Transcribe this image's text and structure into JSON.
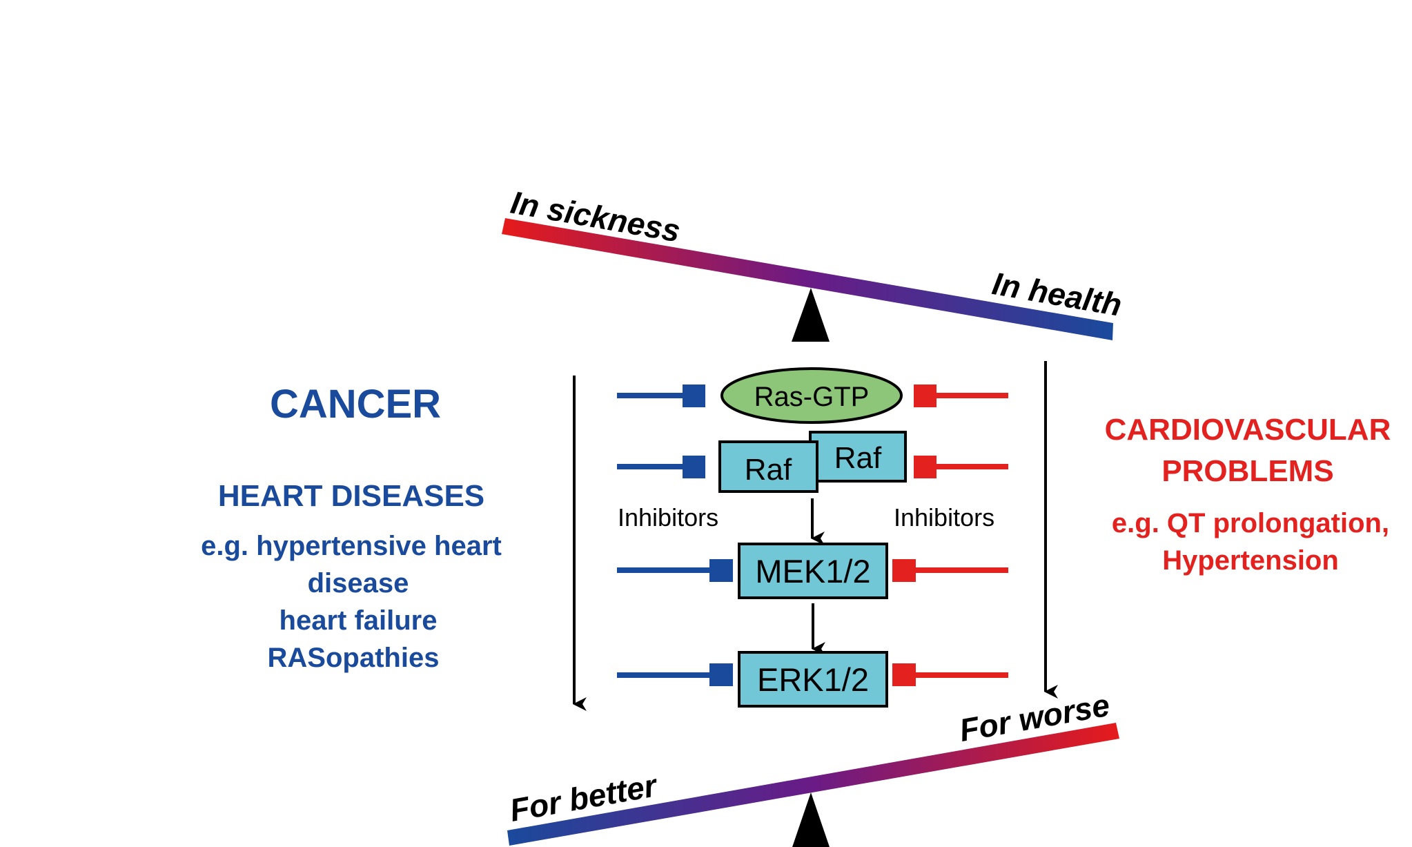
{
  "colors": {
    "blue": "#1a4a9c",
    "red": "#e3211f",
    "purple": "#6a1b86",
    "node_fill": "#72c7d6",
    "ras_fill": "#8dc679",
    "black": "#000000"
  },
  "top_seesaw": {
    "left_label": "In sickness",
    "right_label": "In health",
    "left_color": "red",
    "right_color": "blue"
  },
  "bottom_seesaw": {
    "left_label": "For better",
    "right_label": "For worse",
    "left_color": "blue",
    "right_color": "red"
  },
  "left_panel": {
    "title": "CANCER",
    "subtitle": "HEART DISEASES",
    "examples": [
      "e.g. hypertensive heart",
      "disease",
      "heart failure",
      "RASopathies"
    ]
  },
  "right_panel": {
    "title_lines": [
      "CARDIOVASCULAR",
      "PROBLEMS"
    ],
    "examples": [
      "e.g. QT prolongation,",
      "Hypertension"
    ]
  },
  "pathway": {
    "nodes": {
      "ras": "Ras-GTP",
      "raf1": "Raf",
      "raf2": "Raf",
      "mek": "MEK1/2",
      "erk": "ERK1/2"
    },
    "left_inhibitors_label": "Inhibitors",
    "right_inhibitors_label": "Inhibitors"
  }
}
